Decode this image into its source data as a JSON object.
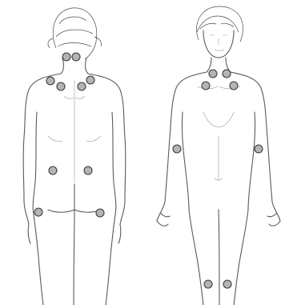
{
  "diagram": {
    "figures": [
      {
        "id": "back-view",
        "points": [
          "occiput-left",
          "occiput-right",
          "trapezius-left",
          "trapezius-right",
          "supraspinatus-left",
          "supraspinatus-right",
          "gluteal-left",
          "gluteal-right",
          "greater-trochanter-left",
          "greater-trochanter-right"
        ]
      },
      {
        "id": "front-view",
        "points": [
          "low-cervical-left",
          "low-cervical-right",
          "second-rib-left",
          "second-rib-right",
          "lateral-epicondyle-left",
          "lateral-epicondyle-right",
          "knee-left",
          "knee-right"
        ]
      }
    ],
    "point_style": {
      "fill": "#b4b4b4",
      "stroke": "#3c3c3c"
    },
    "line_color": "#5a5a5a"
  }
}
